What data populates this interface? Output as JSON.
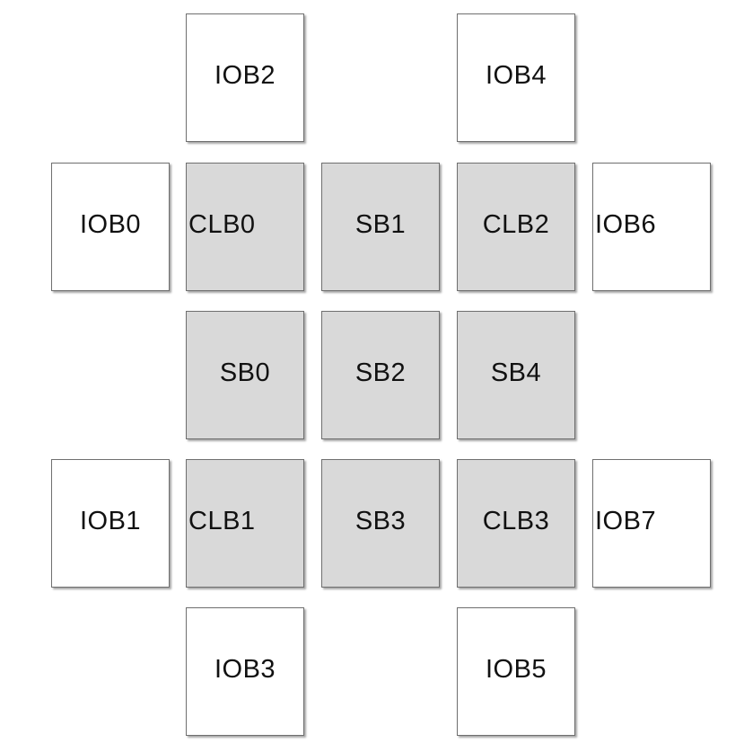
{
  "blocks": {
    "iob2": "IOB2",
    "iob4": "IOB4",
    "iob0": "IOB0",
    "clb0": "CLB0",
    "sb1": "SB1",
    "clb2": "CLB2",
    "iob6": "IOB6",
    "sb0": "SB0",
    "sb2": "SB2",
    "sb4": "SB4",
    "iob1": "IOB1",
    "clb1": "CLB1",
    "sb3": "SB3",
    "clb3": "CLB3",
    "iob7": "IOB7",
    "iob3": "IOB3",
    "iob5": "IOB5"
  },
  "colors": {
    "io_block_fill": "#ffffff",
    "logic_block_fill": "#d9d9d9",
    "border": "#6f6f6f"
  }
}
